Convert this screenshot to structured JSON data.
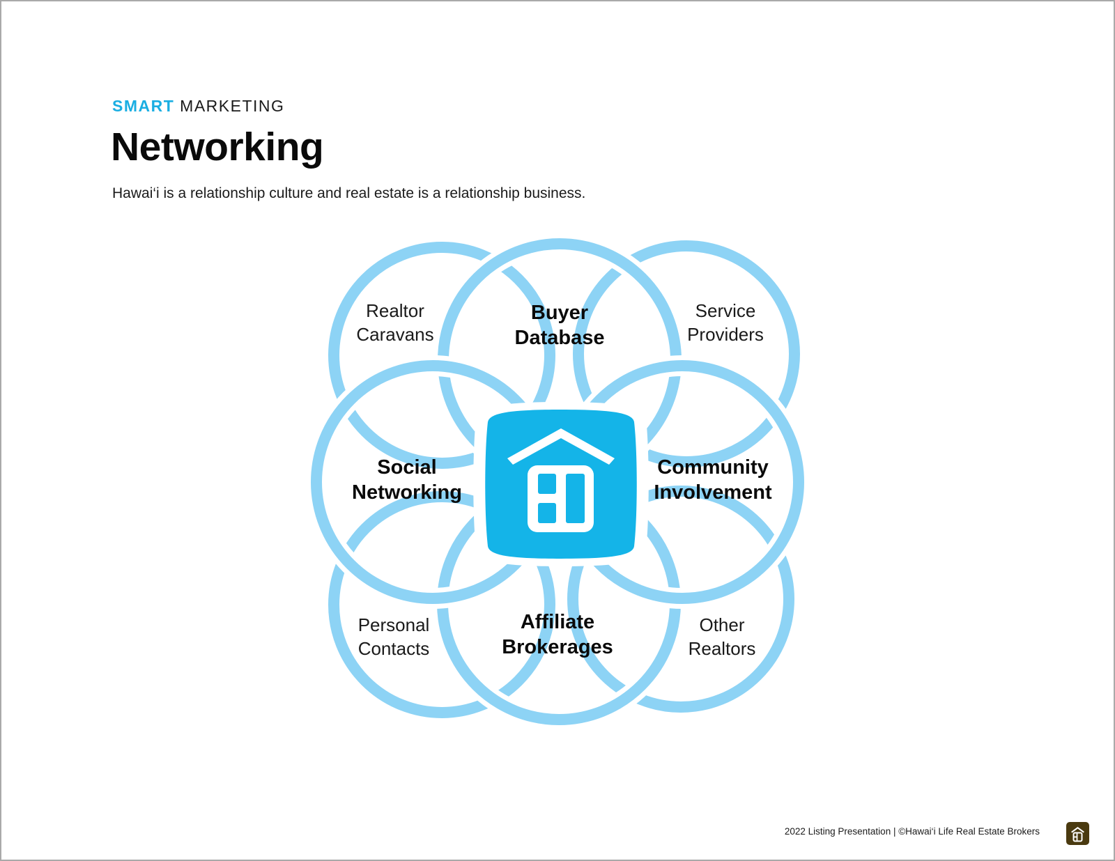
{
  "header": {
    "kicker_accent": "SMART",
    "kicker_rest": " MARKETING",
    "title": "Networking",
    "subtitle": "Hawai‘i is a relationship culture and real estate is a relationship business."
  },
  "diagram": {
    "ring_color": "#8dd3f5",
    "hub_color": "#14b4e8",
    "hub_icon": "house-logo-icon",
    "primary_nodes": [
      {
        "id": "buyer-database",
        "lines": [
          "Buyer",
          "Database"
        ]
      },
      {
        "id": "social-networking",
        "lines": [
          "Social",
          "Networking"
        ]
      },
      {
        "id": "community-involvement",
        "lines": [
          "Community",
          "Involvement"
        ]
      },
      {
        "id": "affiliate-brokerages",
        "lines": [
          "Affiliate",
          "Brokerages"
        ]
      }
    ],
    "secondary_nodes": [
      {
        "id": "realtor-caravans",
        "lines": [
          "Realtor",
          "Caravans"
        ]
      },
      {
        "id": "service-providers",
        "lines": [
          "Service",
          "Providers"
        ]
      },
      {
        "id": "personal-contacts",
        "lines": [
          "Personal",
          "Contacts"
        ]
      },
      {
        "id": "other-realtors",
        "lines": [
          "Other",
          "Realtors"
        ]
      }
    ]
  },
  "footer": {
    "text": "2022 Listing Presentation  |  ©Hawai‘i Life Real Estate Brokers",
    "logo_color": "#4a3a10",
    "logo_icon": "house-logo-icon"
  }
}
